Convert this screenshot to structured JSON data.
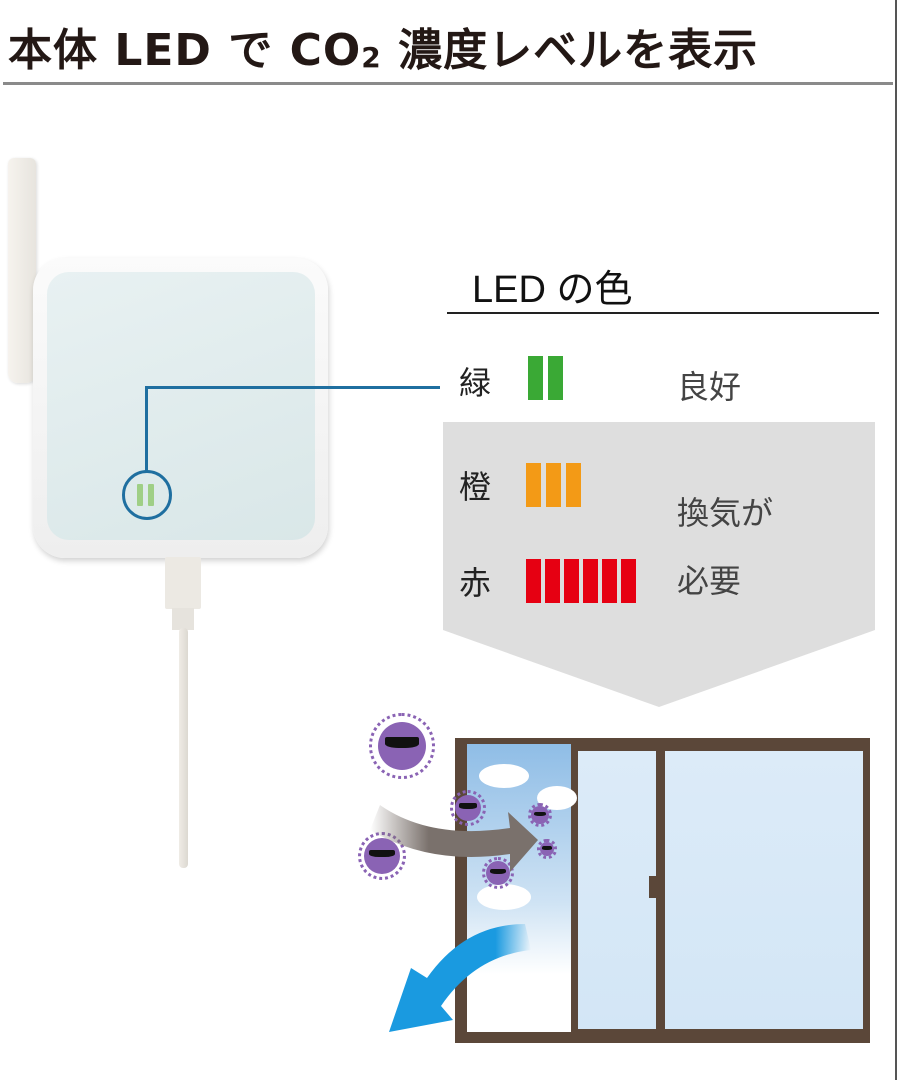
{
  "header": {
    "title_prefix": "本体 LED で CO",
    "title_sub": "2",
    "title_suffix": " 濃度レベルを表示"
  },
  "legend": {
    "title": "LED の色",
    "rows": [
      {
        "label": "緑",
        "color_name": "green",
        "color": "#3aa935",
        "bars": 2,
        "description": "良好"
      },
      {
        "label": "橙",
        "color_name": "orange",
        "color": "#f39a16",
        "bars": 3,
        "description": ""
      },
      {
        "label": "赤",
        "color_name": "red",
        "color": "#e60012",
        "bars": 6,
        "description": ""
      }
    ],
    "warning_line1": "換気が",
    "warning_line2": "必要"
  },
  "colors": {
    "leader_line": "#1f6fa0",
    "panel_gray": "#dedede",
    "window_frame": "#5b4739",
    "inflow_arrow": "#7a716c",
    "outflow_arrow": "#1a9ae0",
    "virus": "#8a63b4"
  },
  "illustration": {
    "device": "co2-sensor-device",
    "device_led_state": "green",
    "scene": "window-ventilation"
  }
}
